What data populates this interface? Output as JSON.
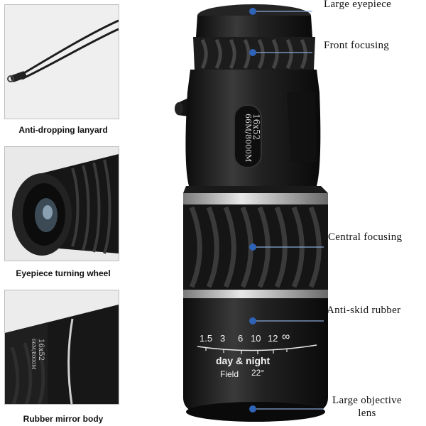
{
  "panels": [
    {
      "caption": "Anti-dropping lanyard"
    },
    {
      "caption": "Eyepiece turning wheel"
    },
    {
      "caption": "Rubber mirror body"
    }
  ],
  "callouts": [
    {
      "line1": "Large eyepiece",
      "line2": ""
    },
    {
      "line1": "Front focusing",
      "line2": ""
    },
    {
      "line1": "Central focusing",
      "line2": ""
    },
    {
      "line1": "Anti-skid rubber",
      "line2": ""
    },
    {
      "line1": "Large objective",
      "line2": "lens"
    }
  ],
  "product_label": {
    "line1": "16x52",
    "line2": "66M/8000M"
  },
  "zoom_scale": [
    "1.5",
    "3",
    "6",
    "10",
    "12",
    "∞"
  ],
  "body_text": {
    "mode": "day & night",
    "field": "Field",
    "angle": "22°"
  },
  "colors": {
    "body": "#1a1a1a",
    "callout_dot": "#2f63b8",
    "band": "#c8c8c8"
  }
}
